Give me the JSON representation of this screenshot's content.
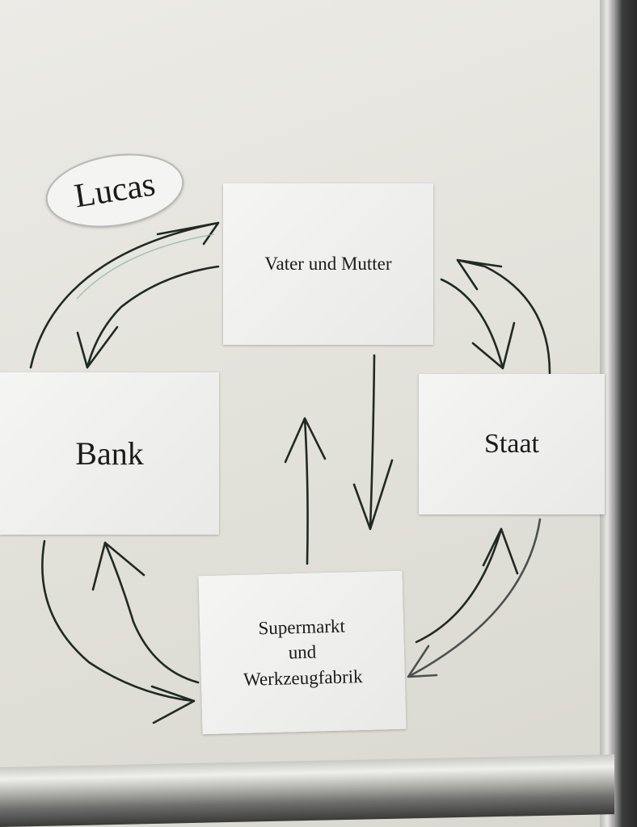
{
  "diagram": {
    "label": "Lucas",
    "nodes": {
      "parents": "Vater und Mutter",
      "bank": "Bank",
      "state": "Staat",
      "business_line1": "Supermarkt",
      "business_line2": "und",
      "business_line3": "Werkzeugfabrik"
    },
    "ink_color": "#1f2a22"
  }
}
